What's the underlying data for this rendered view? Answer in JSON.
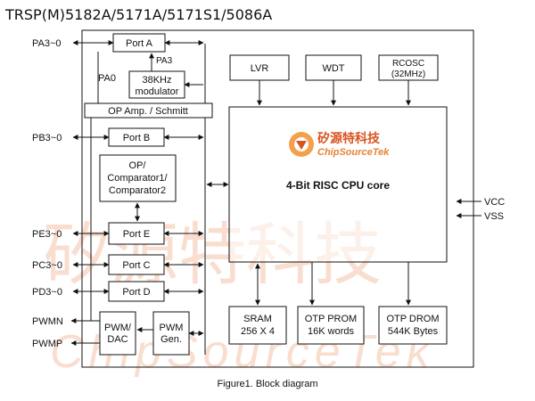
{
  "title": "TRSP(M)5182A/5171A/5171S1/5086A",
  "caption": "Figure1. Block diagram",
  "watermark": {
    "chinese": "矽源特科技",
    "english": "ChipSourceTek"
  },
  "logo": {
    "chinese": "矽源特科技",
    "english": "ChipSourceTek"
  },
  "blocks": {
    "port_a": "Port A",
    "modulator_line1": "38KHz",
    "modulator_line2": "modulator",
    "op_amp": "OP Amp. / Schmitt",
    "port_b": "Port B",
    "comparator_line1": "OP/",
    "comparator_line2": "Comparator1/",
    "comparator_line3": "Comparator2",
    "port_e": "Port E",
    "port_c": "Port C",
    "port_d": "Port D",
    "pwm_dac_line1": "PWM/",
    "pwm_dac_line2": "DAC",
    "pwm_gen_line1": "PWM",
    "pwm_gen_line2": "Gen.",
    "lvr": "LVR",
    "wdt": "WDT",
    "rcosc_line1": "RCOSC",
    "rcosc_line2": "(32MHz)",
    "cpu_core": "4-Bit RISC CPU core",
    "sram_line1": "SRAM",
    "sram_line2": "256 X 4",
    "otp_prom_line1": "OTP PROM",
    "otp_prom_line2": "16K words",
    "otp_drom_line1": "OTP DROM",
    "otp_drom_line2": "544K Bytes"
  },
  "signals": {
    "pa3_0": "PA3~0",
    "pa3": "PA3",
    "pa0": "PA0",
    "pb3_0": "PB3~0",
    "pe3_0": "PE3~0",
    "pc3_0": "PC3~0",
    "pd3_0": "PD3~0",
    "pwmn": "PWMN",
    "pwmp": "PWMP",
    "vcc": "VCC",
    "vss": "VSS"
  },
  "colors": {
    "line": "#111111",
    "watermark": "#f8d8c6",
    "logo_orange": "#e8822f",
    "logo_red": "#d9531e"
  }
}
